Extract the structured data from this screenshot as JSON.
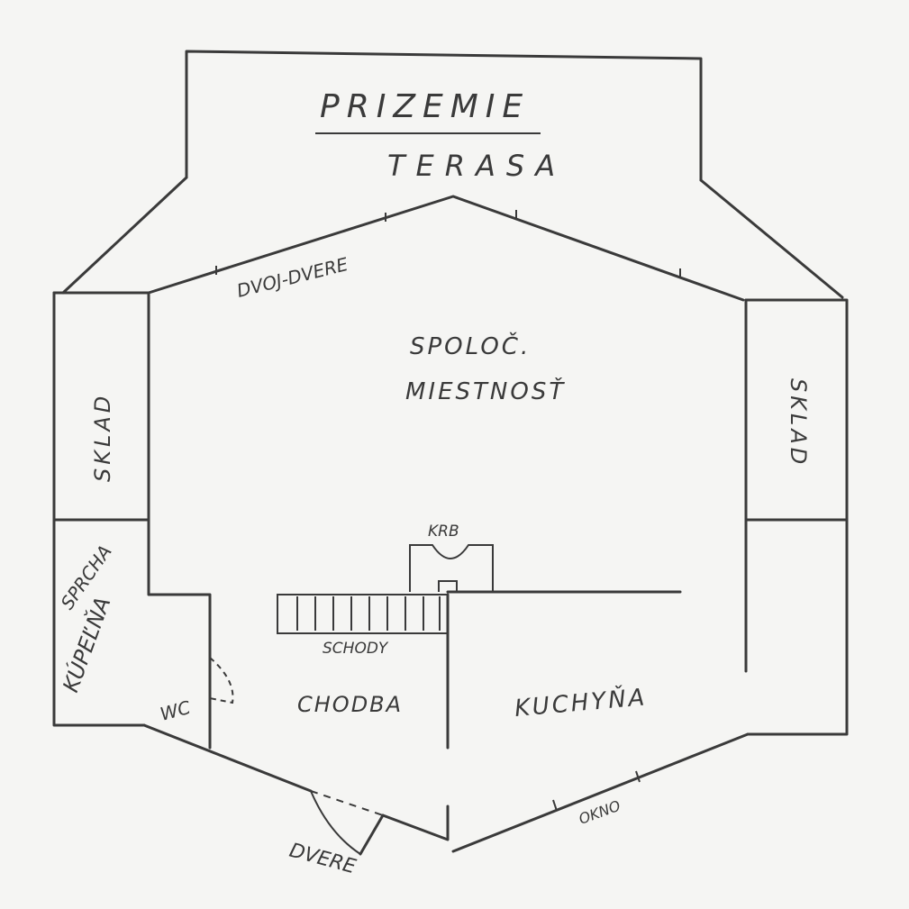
{
  "title": "PRIZEMIE",
  "rooms": {
    "terrace": "TERASA",
    "double_door": "DVOJ-DVERE",
    "common_room_line1": "SPOLOČ.",
    "common_room_line2": "MIESTNOSŤ",
    "storage_left": "SKLAD",
    "storage_right": "SKLAD",
    "fireplace": "KRB",
    "stairs": "SCHODY",
    "shower": "SPRCHA",
    "bathroom": "KÚPEĽŇA",
    "toilet": "WC",
    "hallway": "CHODBA",
    "kitchen": "KUCHYŇA",
    "window": "OKNO",
    "door": "DVERE"
  },
  "colors": {
    "ink": "#3a3a3a",
    "paper": "#f5f5f3"
  }
}
